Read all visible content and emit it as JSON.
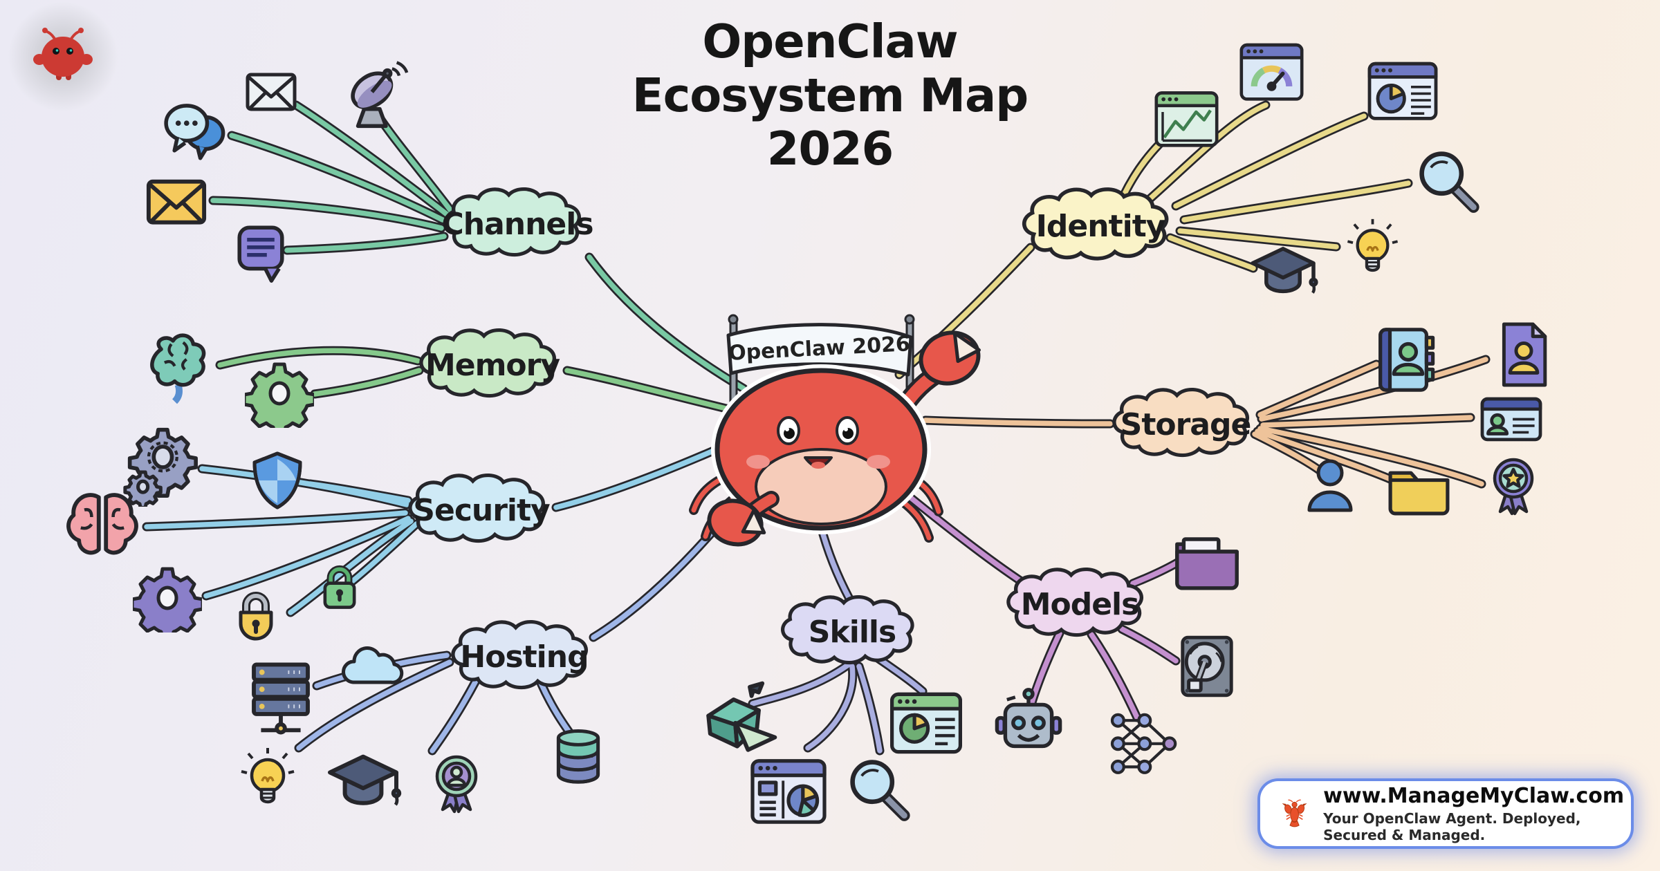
{
  "title": {
    "line1": "OpenClaw",
    "line2": "Ecosystem Map",
    "line3": "2026"
  },
  "center": {
    "banner_text": "OpenClaw 2026",
    "mascot": "red-crab"
  },
  "branches": {
    "channels": {
      "label": "Channels",
      "color": "#79c9a4",
      "cloud_fill": "#cdeedd",
      "icons": [
        "chat-bubbles",
        "envelope",
        "satellite-dish",
        "envelope-yellow",
        "message-bubble"
      ]
    },
    "memory": {
      "label": "Memory",
      "color": "#85c98b",
      "cloud_fill": "#c9e9c6",
      "icons": [
        "brain-teal",
        "gear-green"
      ]
    },
    "security": {
      "label": "Security",
      "color": "#93cfe8",
      "cloud_fill": "#cfeaf6",
      "icons": [
        "double-gears",
        "shield",
        "brain-pink",
        "gear-purple",
        "padlock-yellow",
        "padlock-green"
      ]
    },
    "hosting": {
      "label": "Hosting",
      "color": "#9fb6e8",
      "cloud_fill": "#dde6f5",
      "icons": [
        "server-rack",
        "cloud",
        "lightbulb",
        "graduation-cap",
        "award-ribbon",
        "database"
      ]
    },
    "identity": {
      "label": "Identity",
      "color": "#e8d98a",
      "cloud_fill": "#faf3c8",
      "icons": [
        "browser-line-chart",
        "browser-gauge",
        "browser-pie-report",
        "magnifier",
        "lightbulb",
        "graduation-cap"
      ]
    },
    "storage": {
      "label": "Storage",
      "color": "#eec39a",
      "cloud_fill": "#f8ddc2",
      "icons": [
        "contact-book",
        "document-person",
        "id-card",
        "person",
        "folder-yellow",
        "badge-star"
      ]
    },
    "skills": {
      "label": "Skills",
      "color": "#a9aee0",
      "cloud_fill": "#dcdaf4",
      "icons": [
        "paper-plane-3d",
        "browser-pie-green",
        "browser-pie-dashboard",
        "magnifier"
      ]
    },
    "models": {
      "label": "Models",
      "color": "#c490cf",
      "cloud_fill": "#eed7ee",
      "icons": [
        "folder-purple",
        "hard-drive",
        "robot-head",
        "neural-network"
      ]
    }
  },
  "footer_badge": {
    "icon": "lobster",
    "url": "www.ManageMyClaw.com",
    "tagline": "Your OpenClaw Agent. Deployed, Secured & Managed."
  }
}
